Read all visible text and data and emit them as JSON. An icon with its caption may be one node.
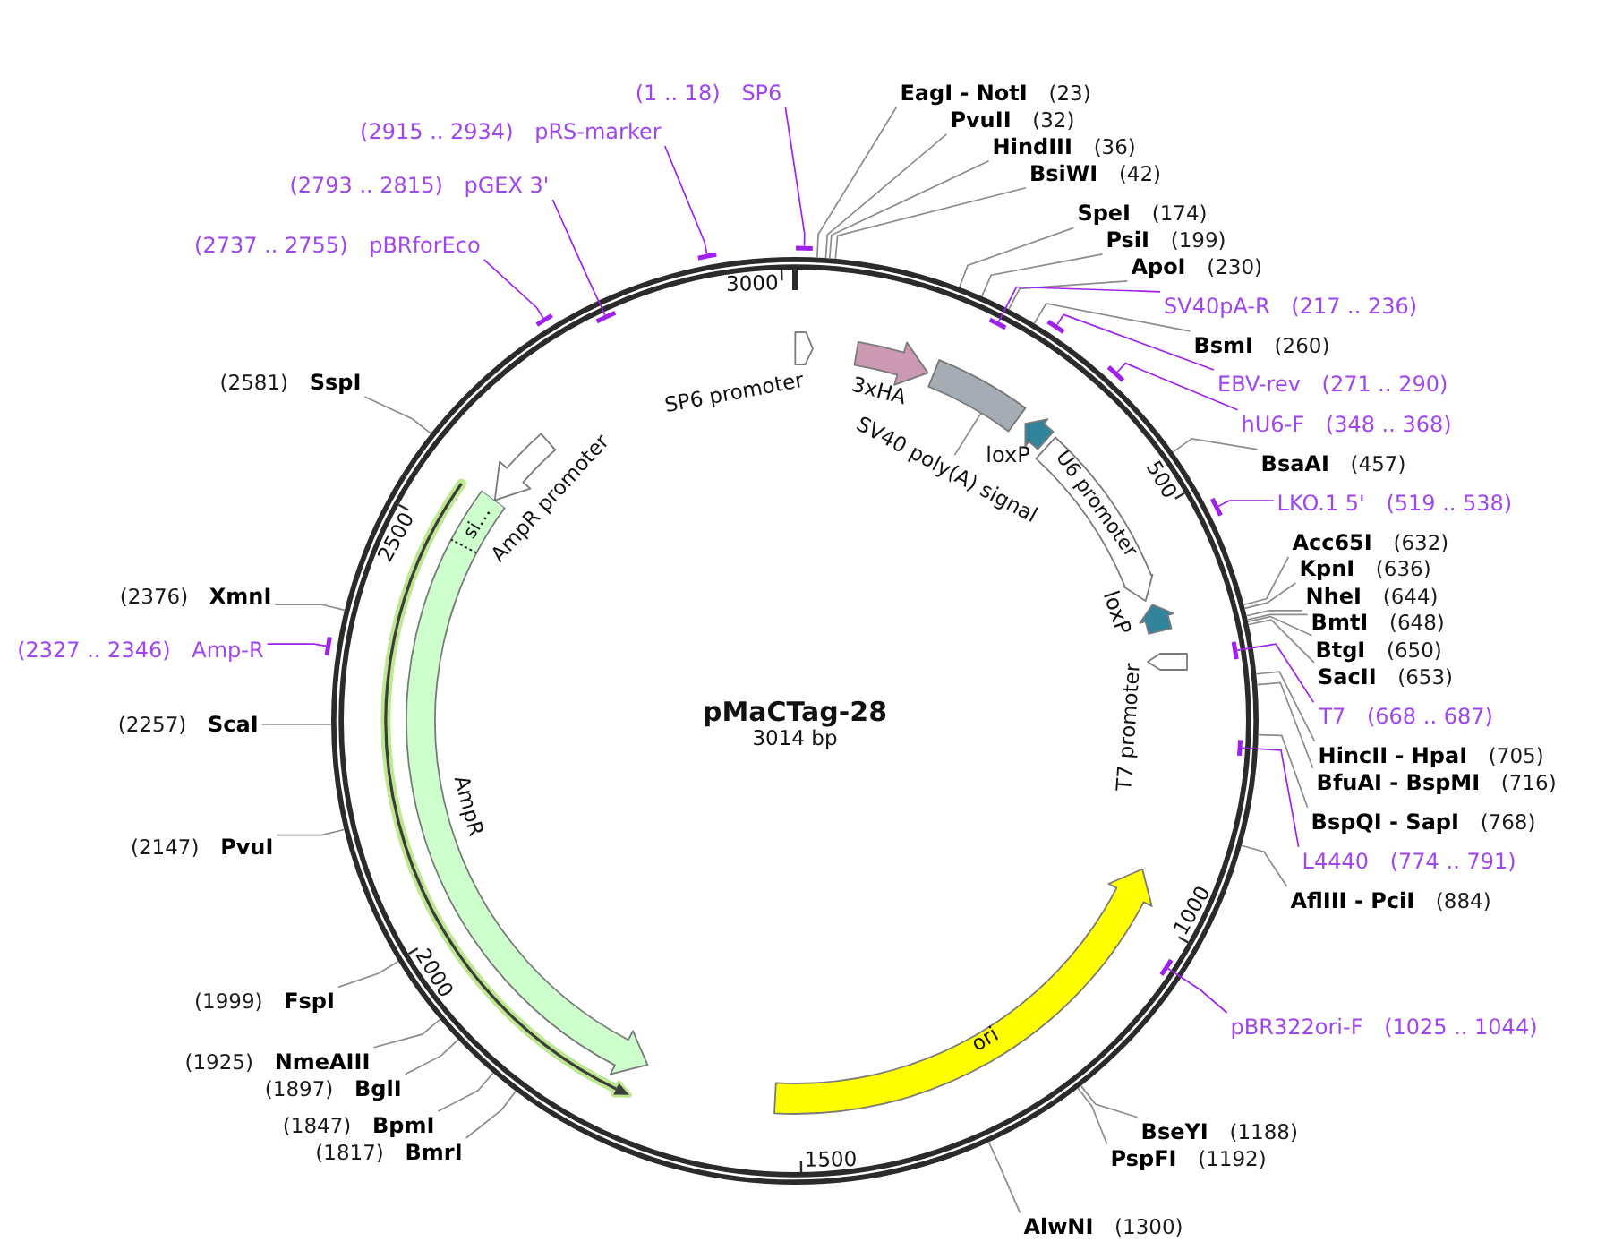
{
  "diagram": {
    "nodes": [
      {
        "text": [
          "pMaCTag-28",
          "3014 bp"
        ]
      },
      {
        "text": [
          "SP6 promoter"
        ],
        "in": 0
      },
      {
        "text": [
          "3xHA"
        ],
        "in": 0
      },
      {
        "text": [],
        "shape": "box",
        "in": 0
      },
      {
        "text": [
          "SV40 poly(A) signal"
        ],
        "in": 0
      },
      {
        "text": [
          "loxP"
        ],
        "in": 0
      },
      {
        "text": [
          "U6 promoter"
        ],
        "in": 0
      },
      {
        "text": [
          "loxP"
        ],
        "in": 0
      },
      {
        "text": [
          "T7 promoter"
        ],
        "in": 0
      },
      {
        "text": [
          "ori"
        ],
        "in": 0
      },
      {
        "text": [
          "AmpR"
        ],
        "in": 0
      },
      {
        "text": [
          "si…"
        ],
        "in": 10
      },
      {
        "text": [
          "AmpR promoter"
        ],
        "in": 0
      },
      {
        "text": [
          "(1 .. 18)",
          "SP6"
        ]
      },
      {
        "text": [],
        "shape": "bar"
      },
      {
        "text": [
          "EagI - NotI",
          "(23)"
        ]
      },
      {
        "text": [
          "PvuII",
          "(32)"
        ]
      },
      {
        "text": [
          "HindIII",
          "(36)"
        ]
      },
      {
        "text": [
          "BsiWI",
          "(42)"
        ]
      },
      {
        "text": [
          "SpeI",
          "(174)"
        ]
      },
      {
        "text": [
          "PsiI",
          "(199)"
        ]
      },
      {
        "text": [
          "ApoI",
          "(230)"
        ]
      },
      {
        "text": [
          "SV40pA-R",
          "(217 .. 236)"
        ]
      },
      {
        "text": [],
        "shape": "bar",
        "in": 0
      },
      {
        "text": [
          "BsmI",
          "(260)"
        ]
      },
      {
        "text": [
          "EBV-rev",
          "(271 .. 290)"
        ]
      },
      {
        "text": [],
        "shape": "bar"
      },
      {
        "text": [
          "hU6-F",
          "(348 .. 368)"
        ]
      },
      {
        "text": [],
        "shape": "bar"
      },
      {
        "text": [
          "BsaAI",
          "(457)"
        ]
      },
      {
        "text": [
          "LKO.1 5'",
          "(519 .. 538)"
        ]
      },
      {
        "text": [],
        "shape": "bar"
      },
      {
        "text": [
          "Acc65I",
          "(632)"
        ]
      },
      {
        "text": [
          "KpnI",
          "(636)"
        ]
      },
      {
        "text": [
          "NheI",
          "(644)"
        ]
      },
      {
        "text": [
          "BmtI",
          "(648)"
        ]
      },
      {
        "text": [
          "BtgI",
          "(650)"
        ]
      },
      {
        "text": [
          "SacII",
          "(653)"
        ]
      },
      {
        "text": [
          "T7",
          "(668 .. 687)"
        ]
      },
      {
        "text": [],
        "shape": "bar",
        "in": 0
      },
      {
        "text": [
          "HincII - HpaI",
          "(705)"
        ]
      },
      {
        "text": [
          "BfuAI - BspMI",
          "(716)"
        ]
      },
      {
        "text": [
          "BspQI - SapI",
          "(768)"
        ]
      },
      {
        "text": [
          "L4440",
          "(774 .. 791)"
        ]
      },
      {
        "text": [],
        "shape": "bar",
        "in": 0
      },
      {
        "text": [
          "AflIII - PciI",
          "(884)"
        ]
      },
      {
        "text": [
          "pBR322ori-F",
          "(1025 .. 1044)"
        ]
      },
      {
        "text": [],
        "shape": "bar",
        "in": 0
      },
      {
        "text": [
          "BseYI",
          "(1188)"
        ]
      },
      {
        "text": [
          "PspFI",
          "(1192)"
        ]
      },
      {
        "text": [
          "AlwNI",
          "(1300)"
        ]
      },
      {
        "text": [
          "(1817)",
          "BmrI"
        ]
      },
      {
        "text": [
          "(1847)",
          "BpmI"
        ]
      },
      {
        "text": [
          "(1897)",
          "BglI"
        ]
      },
      {
        "text": [
          "(1925)",
          "NmeAIII"
        ]
      },
      {
        "text": [
          "(1999)",
          "FspI"
        ]
      },
      {
        "text": [
          "(2147)",
          "PvuI"
        ]
      },
      {
        "text": [
          "(2257)",
          "ScaI"
        ]
      },
      {
        "text": [
          "(2327 .. 2346)",
          "Amp-R"
        ]
      },
      {
        "text": [],
        "shape": "bar"
      },
      {
        "text": [
          "(2376)",
          "XmnI"
        ]
      },
      {
        "text": [
          "(2581)",
          "SspI"
        ]
      },
      {
        "text": [
          "(2737 .. 2755)",
          "pBRforEco"
        ]
      },
      {
        "text": [],
        "shape": "bar"
      },
      {
        "text": [
          "(2793 .. 2815)",
          "pGEX 3'"
        ]
      },
      {
        "text": [],
        "shape": "bar",
        "in": 0
      },
      {
        "text": [
          "(2915 .. 2934)",
          "pRS-marker"
        ]
      },
      {
        "text": [],
        "shape": "bar"
      }
    ],
    "edges": [
      {
        "from": 4,
        "to": 3,
        "arrow": "none"
      },
      {
        "from": 13,
        "to": 14,
        "arrow": "none",
        "color": "#a020f0"
      },
      {
        "from": 15,
        "to": 0,
        "arrow": "none"
      },
      {
        "from": 16,
        "to": 0,
        "arrow": "none"
      },
      {
        "from": 17,
        "to": 0,
        "arrow": "none"
      },
      {
        "from": 18,
        "to": 0,
        "arrow": "none"
      },
      {
        "from": 19,
        "to": 0,
        "arrow": "none"
      },
      {
        "from": 20,
        "to": 0,
        "arrow": "none"
      },
      {
        "from": 21,
        "to": 0,
        "arrow": "none"
      },
      {
        "from": 22,
        "to": 23,
        "arrow": "none",
        "color": "#a020f0"
      },
      {
        "from": 24,
        "to": 0,
        "arrow": "none"
      },
      {
        "from": 25,
        "to": 26,
        "arrow": "none",
        "color": "#a020f0"
      },
      {
        "from": 27,
        "to": 28,
        "arrow": "none",
        "color": "#a020f0"
      },
      {
        "from": 29,
        "to": 0,
        "arrow": "none"
      },
      {
        "from": 30,
        "to": 31,
        "arrow": "none",
        "color": "#a020f0"
      },
      {
        "from": 32,
        "to": 0,
        "arrow": "none"
      },
      {
        "from": 33,
        "to": 0,
        "arrow": "none"
      },
      {
        "from": 34,
        "to": 0,
        "arrow": "none"
      },
      {
        "from": 35,
        "to": 0,
        "arrow": "none"
      },
      {
        "from": 36,
        "to": 0,
        "arrow": "none"
      },
      {
        "from": 37,
        "to": 0,
        "arrow": "none"
      },
      {
        "from": 38,
        "to": 39,
        "arrow": "none",
        "color": "#a020f0"
      },
      {
        "from": 40,
        "to": 0,
        "arrow": "none"
      },
      {
        "from": 41,
        "to": 0,
        "arrow": "none"
      },
      {
        "from": 42,
        "to": 0,
        "arrow": "none"
      },
      {
        "from": 43,
        "to": 44,
        "arrow": "none",
        "color": "#a020f0"
      },
      {
        "from": 45,
        "to": 0,
        "arrow": "none"
      },
      {
        "from": 46,
        "to": 47,
        "arrow": "none",
        "color": "#a020f0"
      },
      {
        "from": 48,
        "to": 0,
        "arrow": "none"
      },
      {
        "from": 49,
        "to": 0,
        "arrow": "none"
      },
      {
        "from": 50,
        "to": 0,
        "arrow": "none"
      },
      {
        "from": 51,
        "to": 0,
        "arrow": "none"
      },
      {
        "from": 52,
        "to": 0,
        "arrow": "none"
      },
      {
        "from": 53,
        "to": 0,
        "arrow": "none"
      },
      {
        "from": 54,
        "to": 0,
        "arrow": "none"
      },
      {
        "from": 55,
        "to": 0,
        "arrow": "none"
      },
      {
        "from": 56,
        "to": 0,
        "arrow": "none"
      },
      {
        "from": 57,
        "to": 0,
        "arrow": "none"
      },
      {
        "from": 58,
        "to": 59,
        "arrow": "none",
        "color": "#a020f0"
      },
      {
        "from": 60,
        "to": 0,
        "arrow": "none"
      },
      {
        "from": 61,
        "to": 0,
        "arrow": "none"
      },
      {
        "from": 62,
        "to": 63,
        "arrow": "none",
        "color": "#a020f0"
      },
      {
        "from": 64,
        "to": 65,
        "arrow": "none",
        "color": "#a020f0"
      },
      {
        "from": 66,
        "to": 67,
        "arrow": "none",
        "color": "#a020f0"
      }
    ],
    "labels": [
      "3000",
      "500",
      "2500",
      "1000",
      "2000",
      "1500"
    ]
  }
}
